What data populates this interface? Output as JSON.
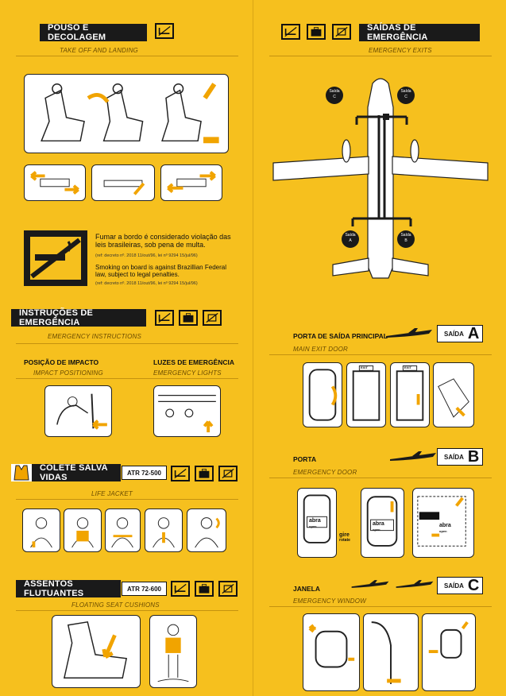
{
  "left": {
    "takeoff": {
      "title": "POUSO E DECOLAGEM",
      "subtitle": "TAKE OFF AND LANDING"
    },
    "smoking": {
      "pt": "Fumar a bordo é considerado violação das leis brasileiras, sob pena de multa.",
      "pt_ref": "(ref: decreto nº. 2018 11/out/96, lei nº 9294 15/jul/96)",
      "en": "Smoking on board is against Brazillian Federal law, subject to legal penalties.",
      "en_ref": "(ref: decreto nº. 2018 11/out/96, lei nº 9294 15/jul/96)"
    },
    "emergency": {
      "title": "INSTRUÇÕES DE EMERGÊNCIA",
      "subtitle": "EMERGENCY INSTRUCTIONS",
      "impact_title": "POSIÇÃO DE IMPACTO",
      "impact_sub": "IMPACT POSITIONING",
      "lights_title": "LUZES DE EMERGÊNCIA",
      "lights_sub": "EMERGENCY LIGHTS"
    },
    "lifejacket": {
      "title": "COLETE SALVA VIDAS",
      "model": "ATR 72-500",
      "subtitle": "LIFE JACKET"
    },
    "cushions": {
      "title": "ASSENTOS FLUTUANTES",
      "model": "ATR 72-600",
      "subtitle": "FLOATING SEAT CUSHIONS"
    }
  },
  "right": {
    "exits": {
      "title": "SAÍDAS DE EMERGÊNCIA",
      "subtitle": "EMERGENCY EXITS",
      "exit_word": "Saída",
      "labels": [
        "C",
        "C",
        "A",
        "B"
      ]
    },
    "exitA": {
      "title": "PORTA DE SAÍDA PRINCIPAL",
      "subtitle": "MAIN EXIT DOOR",
      "badge": "SAÍDA",
      "letter": "A",
      "exit_sign": "EXIT"
    },
    "exitB": {
      "title": "PORTA",
      "subtitle": "EMERGENCY DOOR",
      "badge": "SAÍDA",
      "letter": "B",
      "open_pt": "abra",
      "open_en": "open",
      "turn_pt": "gire",
      "turn_en": "rotate"
    },
    "exitC": {
      "title": "JANELA",
      "subtitle": "EMERGENCY WINDOW",
      "badge": "SAÍDA",
      "letter": "C"
    }
  }
}
